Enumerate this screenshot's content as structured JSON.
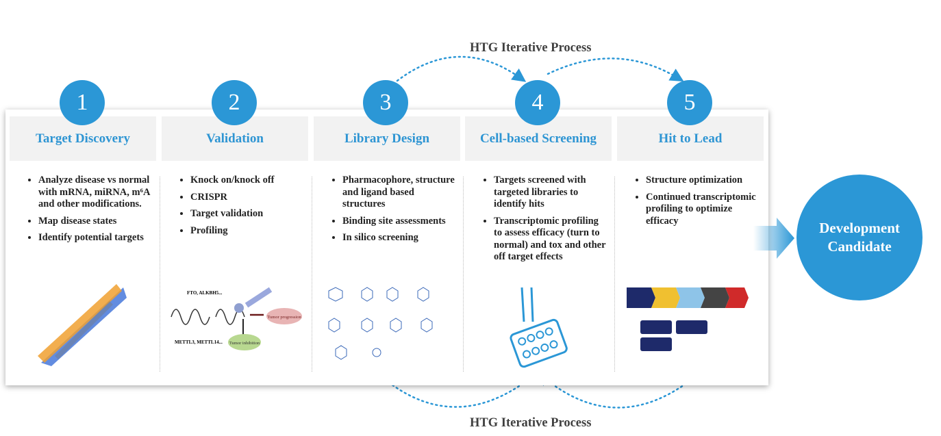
{
  "top_title": "HTG Iterative Process",
  "bottom_title": "HTG Iterative Process",
  "steps": [
    {
      "num": "1",
      "title": "Target Discovery",
      "bullets": [
        "Analyze disease vs normal with mRNA, miRNA, m⁶A and other modifications.",
        "Map disease states",
        "Identify potential targets"
      ]
    },
    {
      "num": "2",
      "title": "Validation",
      "bullets": [
        "Knock on/knock off",
        "CRISPR",
        "Target validation",
        "Profiling"
      ]
    },
    {
      "num": "3",
      "title": "Library Design",
      "bullets": [
        "Pharmacophore, structure and ligand based structures",
        "Binding site assessments",
        "In silico screening"
      ]
    },
    {
      "num": "4",
      "title": "Cell-based Screening",
      "bullets": [
        "Targets screened with targeted libraries to identify hits",
        "Transcriptomic profiling to assess efficacy (turn to normal) and tox and other off target effects"
      ]
    },
    {
      "num": "5",
      "title": "Hit to Lead",
      "bullets": [
        "Structure optimization",
        "Continued transcriptomic profiling to optimize efficacy"
      ]
    }
  ],
  "final": {
    "line1": "Development",
    "line2": "Candidate"
  },
  "m6a_figure": {
    "eraser": "FTO, ALKBH5...",
    "writer": "METTL3, METTL14...",
    "progression": "Tumor progression",
    "inhibition": "Tumor inhibition"
  },
  "colors": {
    "accent": "#2b97d6",
    "header_bg": "#f2f2f2"
  }
}
